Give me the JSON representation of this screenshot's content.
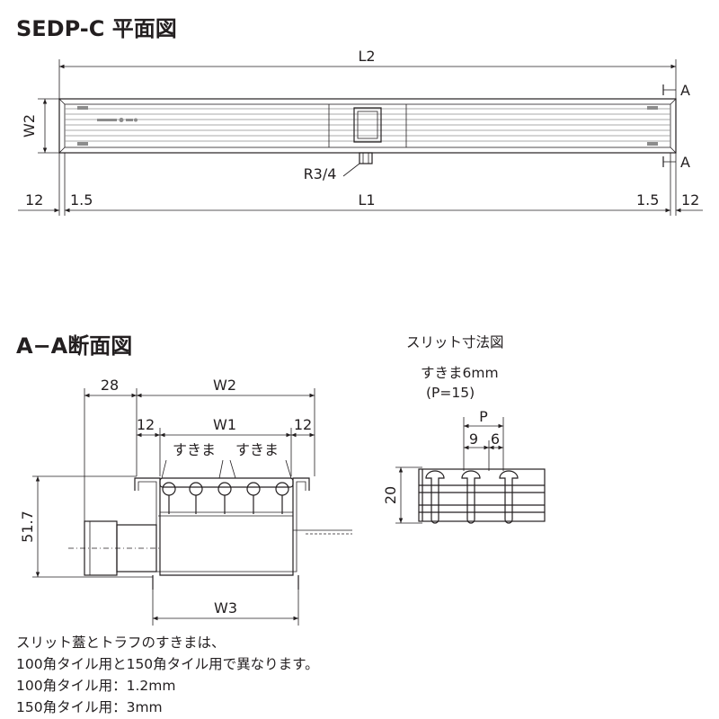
{
  "plan": {
    "title": "SEDP-C 平面図",
    "dims": {
      "L2": "L2",
      "L1": "L1",
      "W2": "W2",
      "left_12": "12",
      "left_1_5": "1.5",
      "right_1_5": "1.5",
      "right_12": "12",
      "section_mark_top": "A",
      "section_mark_bottom": "A",
      "outlet": "R3/4"
    }
  },
  "section": {
    "title": "A−A断面図",
    "dims": {
      "d28": "28",
      "W2": "W2",
      "left_12": "12",
      "W1": "W1",
      "right_12": "12",
      "gap_left": "すきま",
      "gap_right": "すきま",
      "height": "51.7",
      "W3": "W3"
    }
  },
  "slit": {
    "title": "スリット寸法図",
    "gap_label": "すきま6mm",
    "pitch_label": "(P=15)",
    "dims": {
      "P": "P",
      "d9": "9",
      "d6": "6",
      "d20": "20"
    }
  },
  "notes": [
    "スリット蓋とトラフのすきまは、",
    "100角タイル用と150角タイル用で異なります。",
    "100角タイル用：1.2mm",
    "150角タイル用：3mm"
  ]
}
